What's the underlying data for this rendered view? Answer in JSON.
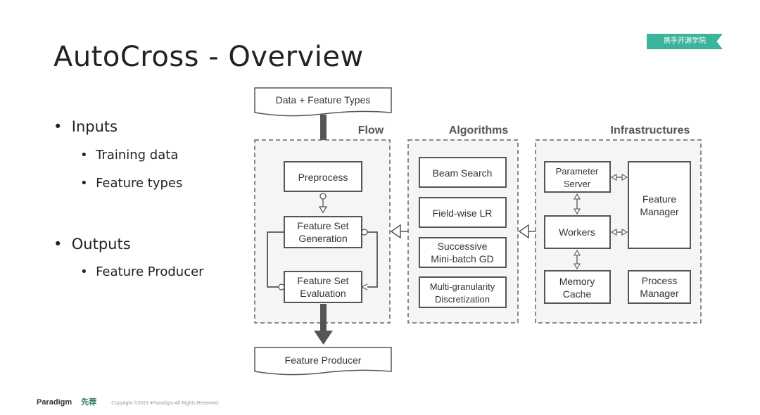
{
  "slide": {
    "title": "AutoCross - Overview",
    "badge": "携手开源学院",
    "accent_color": "#3db39e"
  },
  "bullets": {
    "inputs": {
      "label": "Inputs",
      "items": [
        "Training data",
        "Feature types"
      ]
    },
    "outputs": {
      "label": "Outputs",
      "items": [
        "Feature Producer"
      ]
    }
  },
  "diagram": {
    "input_box": "Data + Feature Types",
    "output_box": "Feature Producer",
    "flow": {
      "title": "Flow",
      "preprocess": "Preprocess",
      "generation": [
        "Feature Set",
        "Generation"
      ],
      "evaluation": [
        "Feature Set",
        "Evaluation"
      ]
    },
    "algorithms": {
      "title": "Algorithms",
      "beam_search": "Beam Search",
      "field_wise_lr": "Field-wise LR",
      "successive": [
        "Successive",
        "Mini-batch GD"
      ],
      "multi_granularity": [
        "Multi-granularity",
        "Discretization"
      ]
    },
    "infrastructures": {
      "title": "Infrastructures",
      "parameter_server": [
        "Parameter",
        "Server"
      ],
      "workers": "Workers",
      "memory_cache": [
        "Memory",
        "Cache"
      ],
      "feature_manager": [
        "Feature",
        "Manager"
      ],
      "process_manager": [
        "Process",
        "Manager"
      ]
    }
  },
  "footer": {
    "brand": "Paradigm",
    "brand_cn": "先荐",
    "copyright": "Copyright ©2019 4Paradigm All Rights Reserved."
  }
}
